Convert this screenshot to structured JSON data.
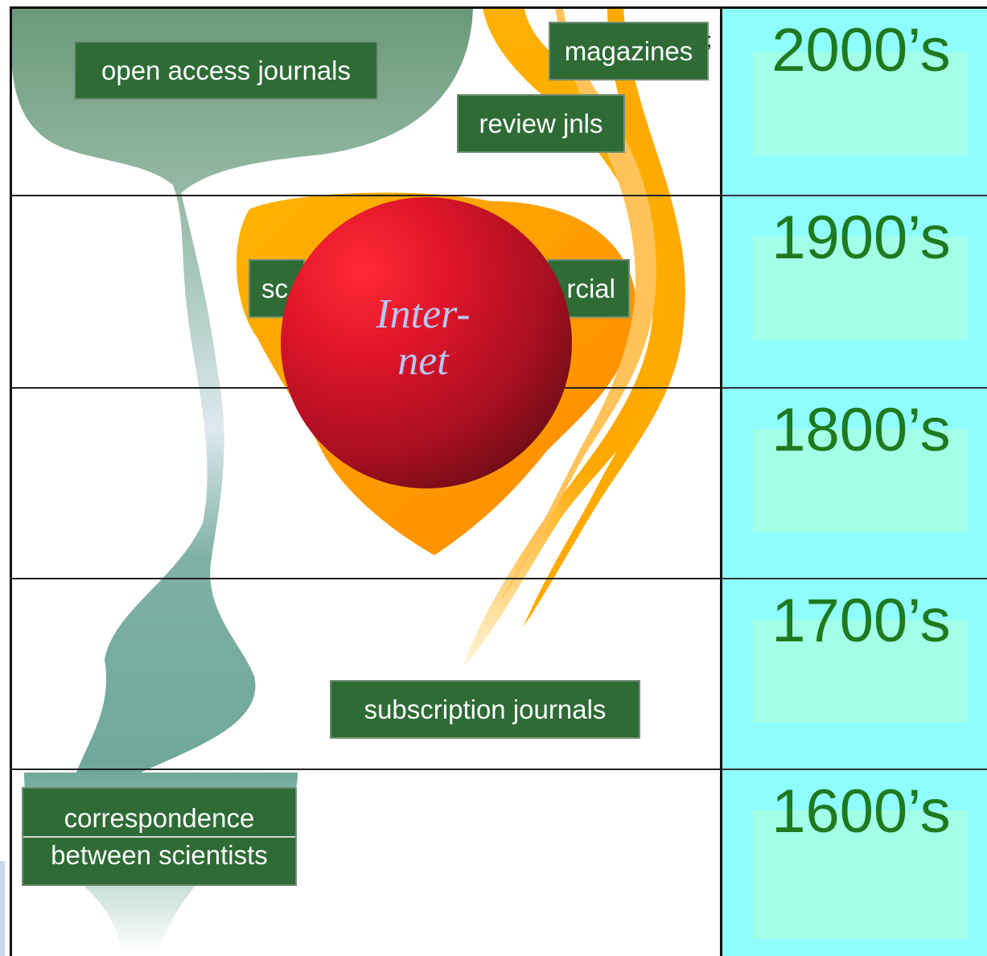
{
  "eras": [
    "2000’s",
    "1900’s",
    "1800’s",
    "1700’s",
    "1600’s"
  ],
  "labels": {
    "open_access_journals": "open access journals",
    "magazines": "magazines",
    "review_jnls": "review jnls",
    "scientific_partial": "sc",
    "commercial_partial": "rcial",
    "subscription_journals": "subscription journals",
    "correspondence_line1": "correspondence",
    "correspondence_line2": "between scientists"
  },
  "internet": {
    "line1": "Inter-",
    "line2": "net"
  },
  "colors": {
    "green_stream": "#6b9a78",
    "teal_stream": "#6fa89a",
    "orange_stream": "#ff9a00",
    "yellow_stream": "#ffb400",
    "label_bg": "#2e6b35",
    "era_column": "#8ffdfd",
    "era_highlight": "#a3ffe6",
    "era_text": "#1f7a1f",
    "internet_red": "#d8142a"
  }
}
